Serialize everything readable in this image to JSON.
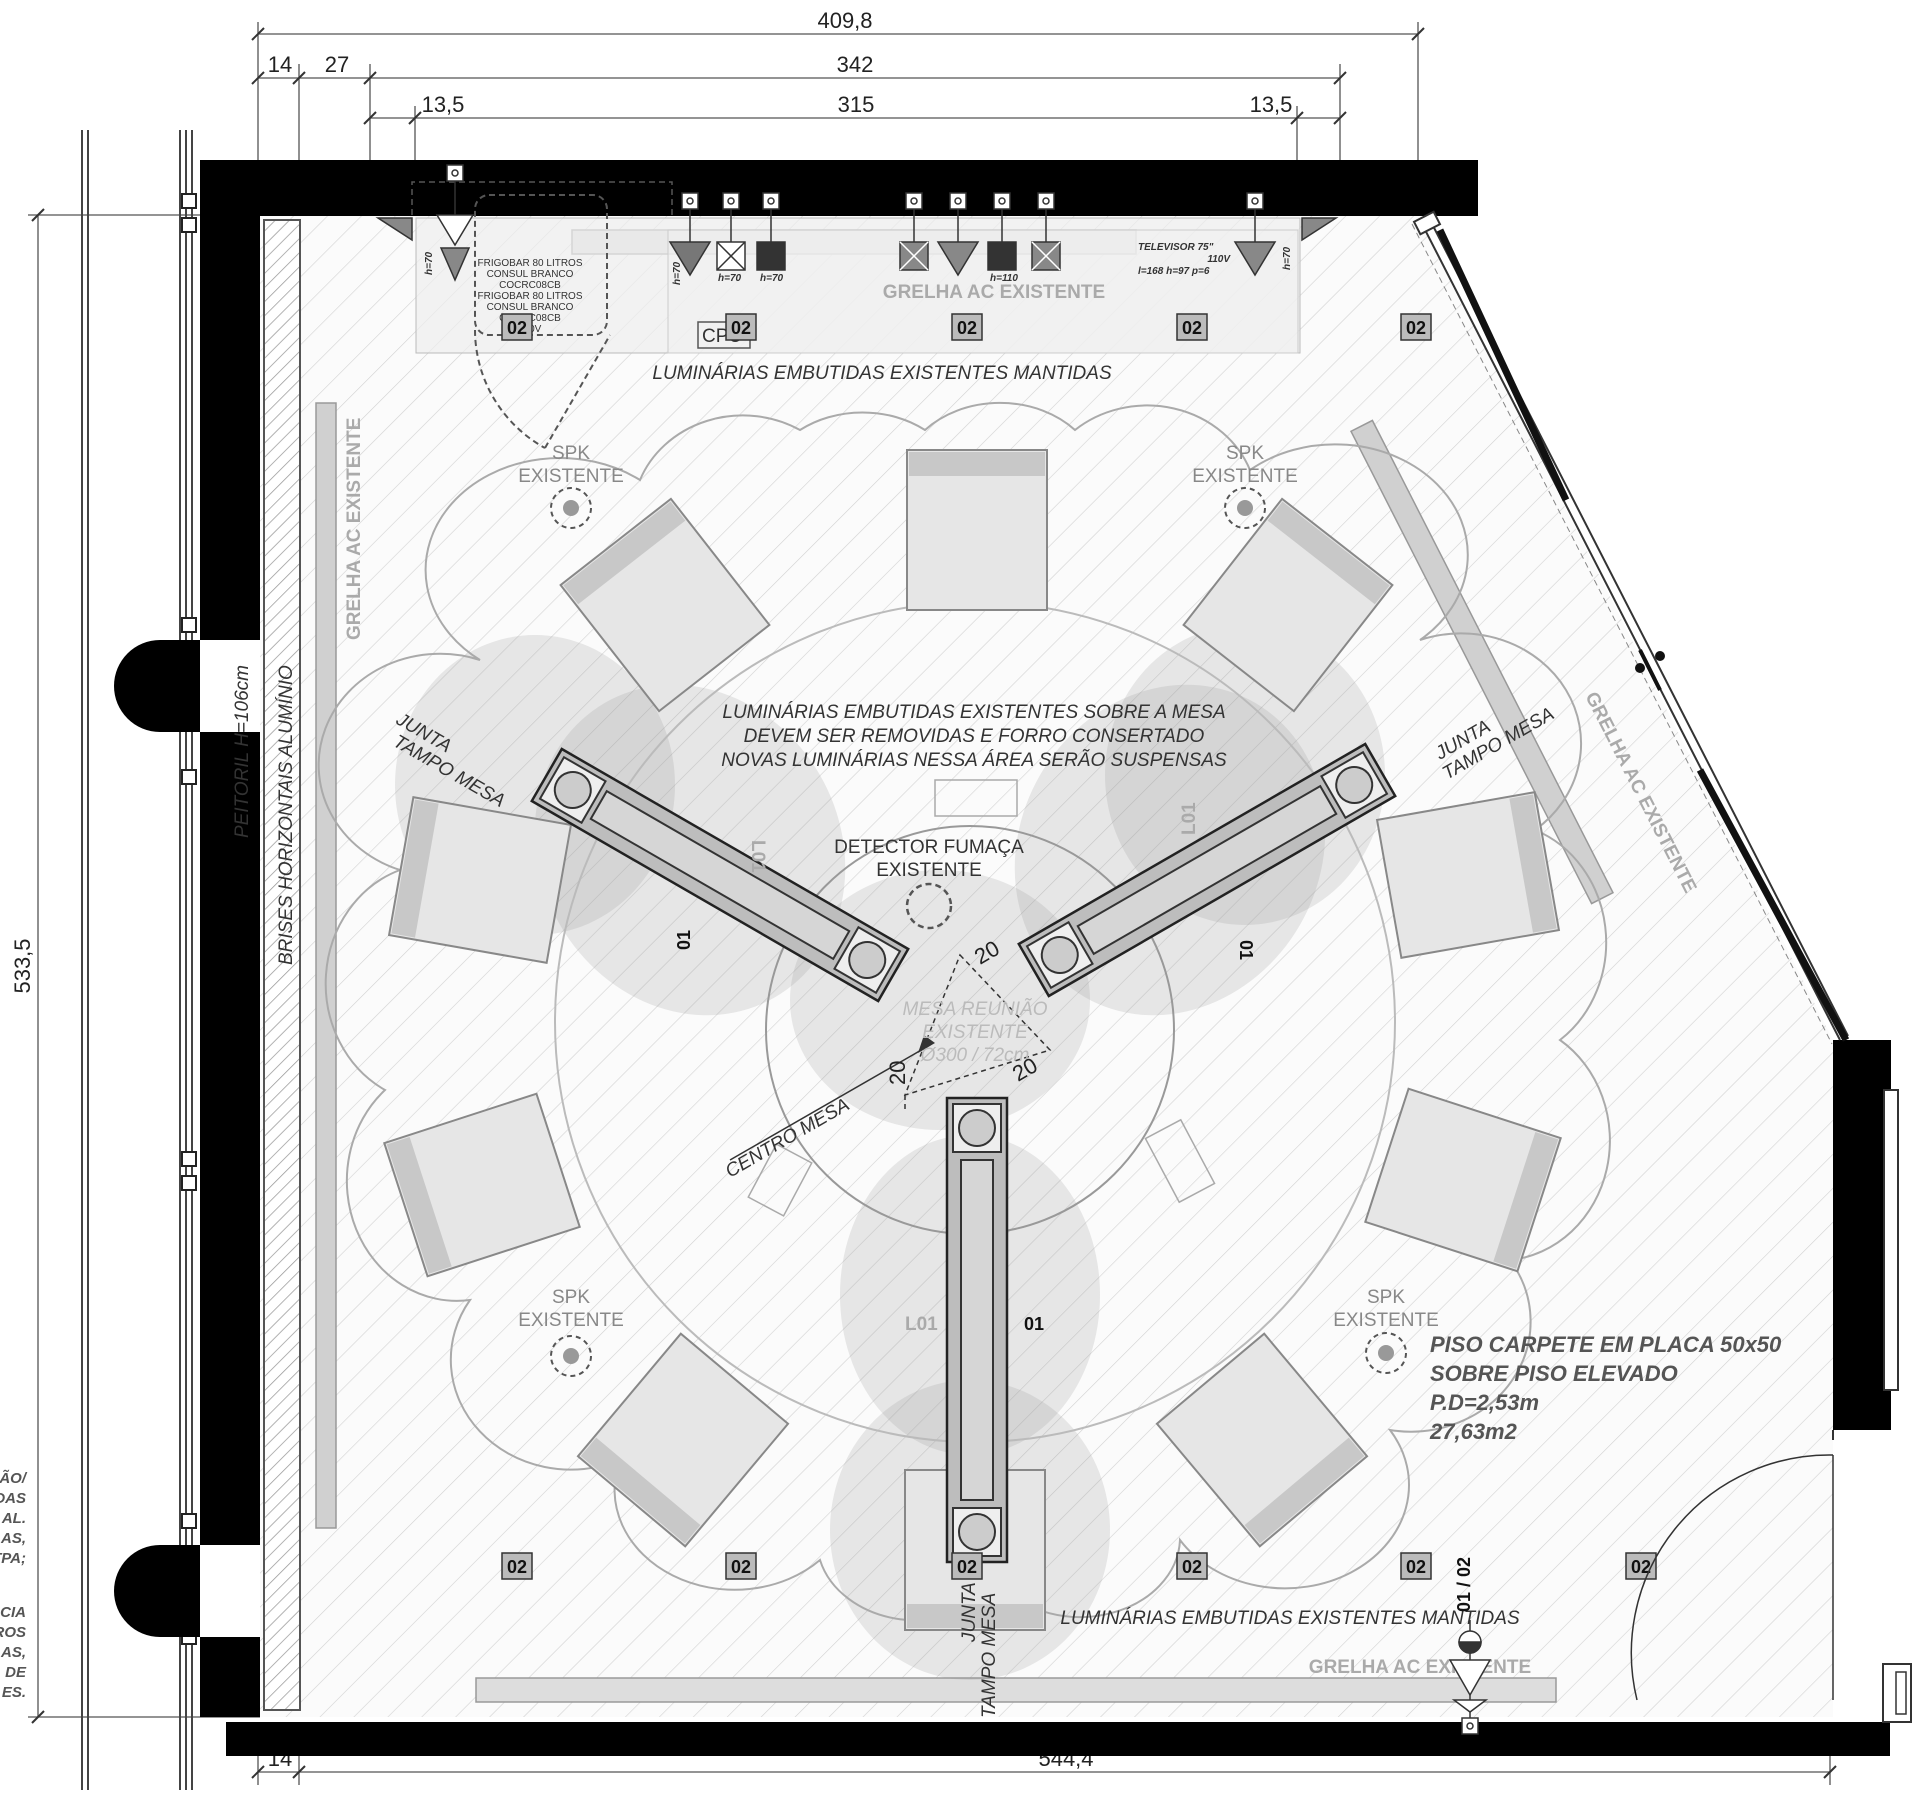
{
  "dimensions": {
    "top_total": "409,8",
    "top_left_a": "14",
    "top_left_b": "27",
    "top_mid": "342",
    "inner_left": "13,5",
    "inner_mid": "315",
    "inner_right": "13,5",
    "left_height": "533,5",
    "bottom_left": "14",
    "bottom_total": "544,4",
    "angle_a": "20",
    "angle_b": "20",
    "angle_c": "20"
  },
  "labels": {
    "luminarias_top": "LUMINÁRIAS EMBUTIDAS  EXISTENTES MANTIDAS",
    "luminarias_bottom": "LUMINÁRIAS EMBUTIDAS  EXISTENTES MANTIDAS",
    "mesa_note_1": "LUMINÁRIAS EMBUTIDAS  EXISTENTES SOBRE A MESA",
    "mesa_note_2": "DEVEM SER REMOVIDAS E FORRO CONSERTADO",
    "mesa_note_3": "NOVAS LUMINÁRIAS NESSA ÁREA SERÃO SUSPENSAS",
    "grelha_top": "GRELHA  AC EXISTENTE",
    "grelha_left": "GRELHA  AC EXISTENTE",
    "grelha_right": "GRELHA  AC EXISTENTE",
    "grelha_bottom": "GRELHA  AC EXISTENTE",
    "spk_1": "SPK",
    "spk_existente": "EXISTENTE",
    "detector_1": "DETECTOR FUMAÇA",
    "detector_2": "EXISTENTE",
    "mesa_1": "MESA REUNIÃO",
    "mesa_2": "EXISTENTE",
    "mesa_3": "Ø300 / 72cm",
    "centro_mesa": "CENTRO MESA",
    "junta": "JUNTA",
    "tampo_mesa": "TAMPO MESA",
    "peitoril": "PEITORIL H=106cm",
    "brises": "BRISES HORIZONTAIS ALUMÍNIO",
    "televisor_1": "TELEVISOR 75\"",
    "televisor_2": "110V",
    "televisor_3": "l=168 h=97 p=6",
    "frigobar_1": "FRIGOBAR 80 LITROS",
    "frigobar_2": "CONSUL BRANCO",
    "frigobar_3": "COCRC08CB",
    "frigobar_4": "FRIGOBAR 80 LITROS",
    "frigobar_5": "CONSUL BRANCO",
    "frigobar_6": "COCRC08CB",
    "frigobar_7": "110V",
    "cpu": "CPU",
    "h70": "h=70",
    "h110": "h=110",
    "piso_1": "PISO CARPETE EM PLACA 50x50",
    "piso_2": "SOBRE PISO ELEVADO",
    "piso_3": "P.D=2,53m",
    "piso_4": "27,63m2",
    "tag_02": "02",
    "tag_01": "01",
    "tag_L01": "L01",
    "tag_0102": "01 / 02"
  },
  "side_notes": [
    "ÃO/",
    "DAS",
    "AL.",
    "AS,",
    "TPA;",
    "CIA",
    "ROS",
    "AS,",
    "DE",
    "ES."
  ]
}
